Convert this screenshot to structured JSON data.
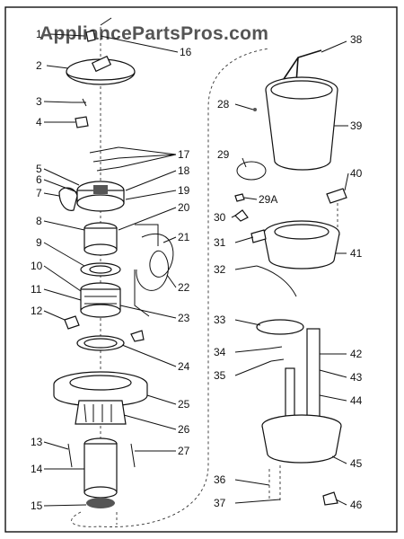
{
  "watermark": "AppliancePartsPros.com",
  "callouts": [
    "1",
    "2",
    "3",
    "4",
    "5",
    "6",
    "7",
    "8",
    "9",
    "10",
    "11",
    "12",
    "13",
    "14",
    "15",
    "16",
    "17",
    "18",
    "19",
    "20",
    "21",
    "22",
    "23",
    "24",
    "25",
    "26",
    "27",
    "28",
    "29",
    "29A",
    "30",
    "31",
    "32",
    "33",
    "34",
    "35",
    "36",
    "37",
    "38",
    "39",
    "40",
    "41",
    "42",
    "43",
    "44",
    "45",
    "46"
  ]
}
